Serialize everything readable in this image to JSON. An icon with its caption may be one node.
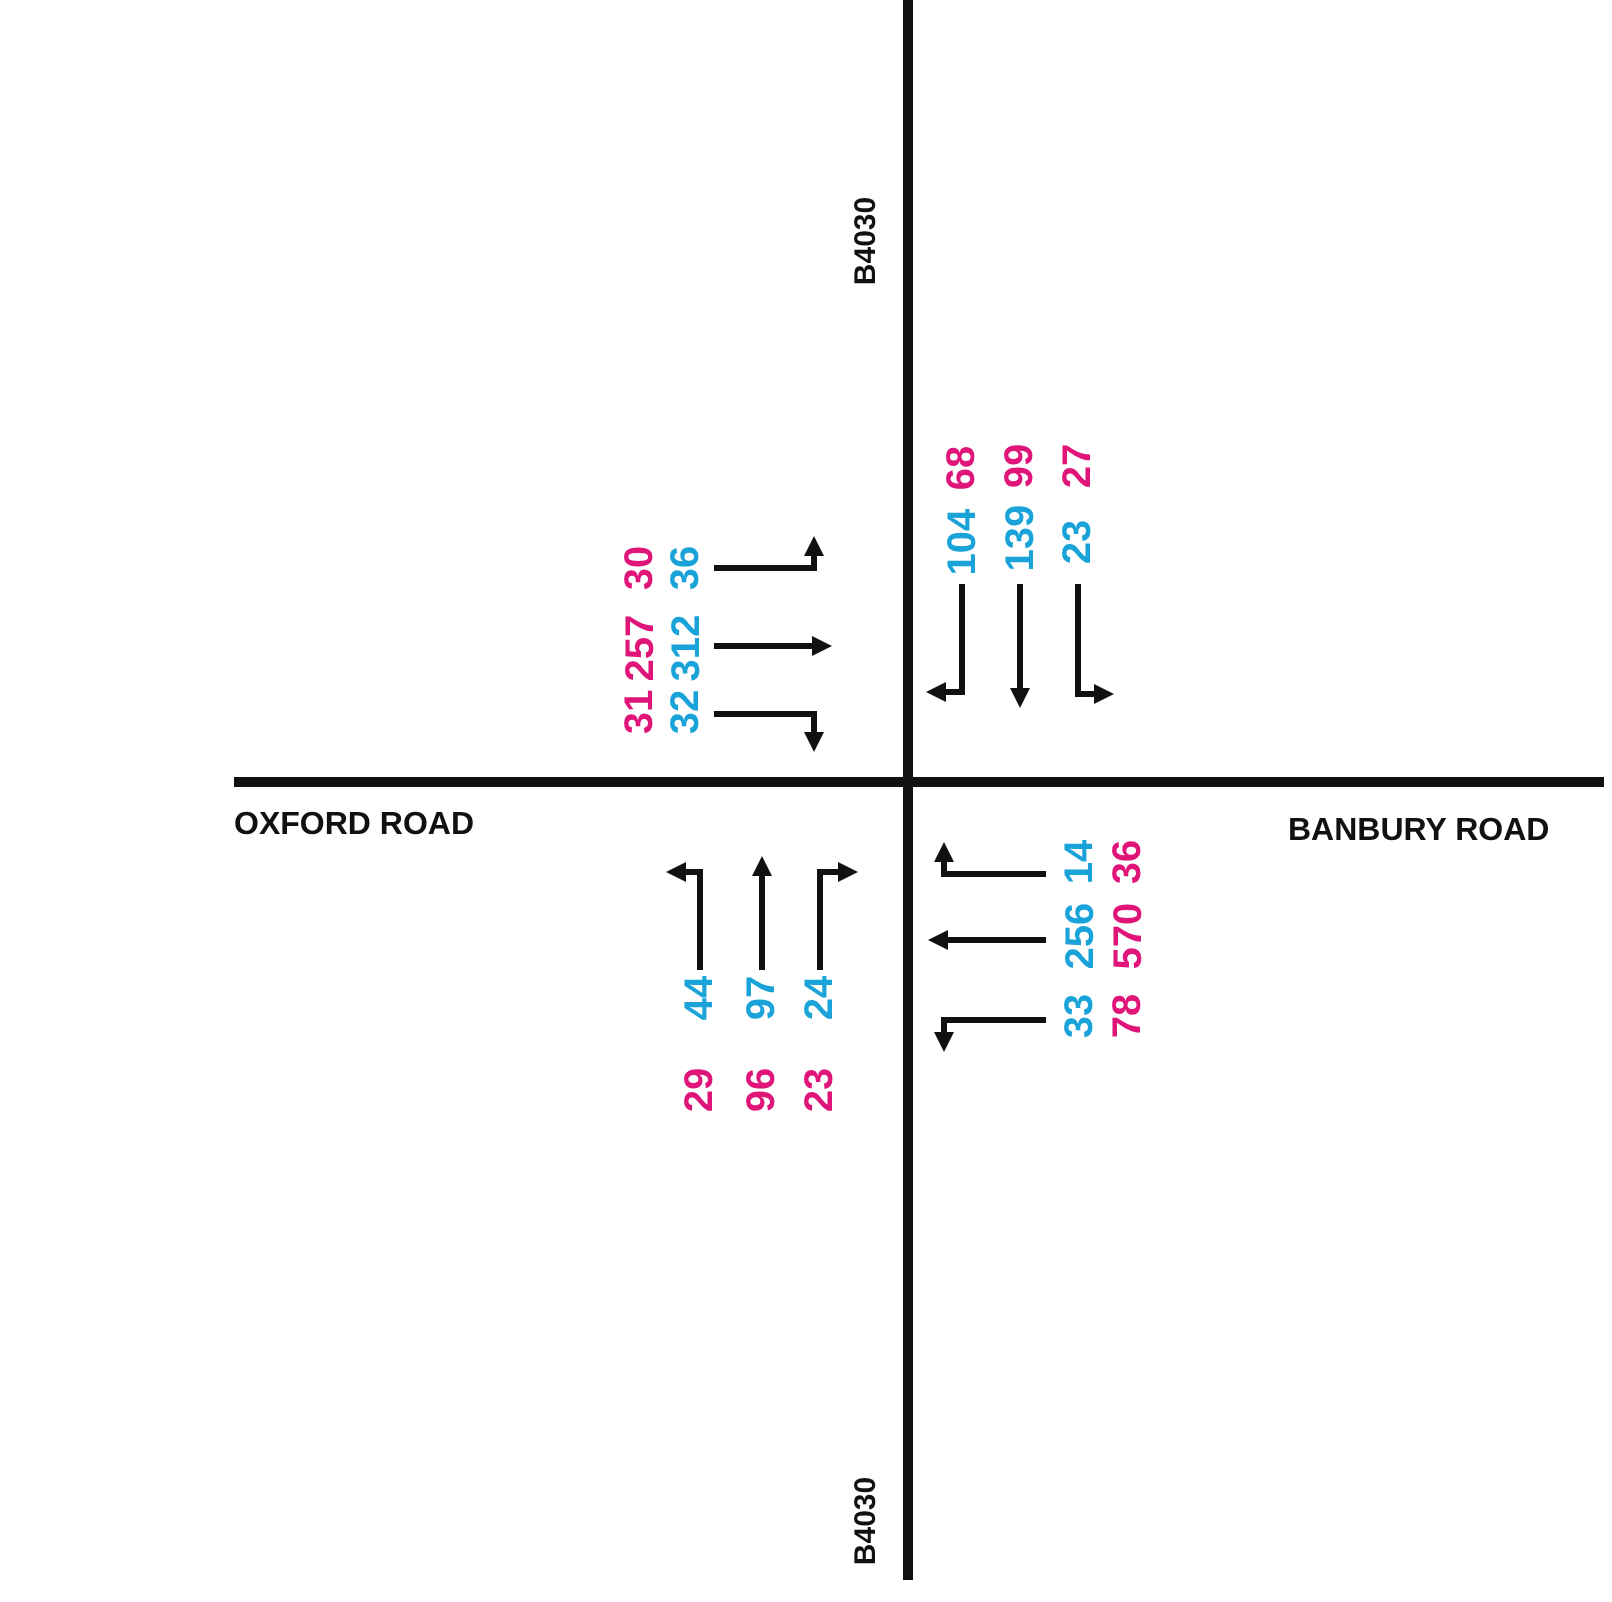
{
  "diagram": {
    "labels": [
      "B4030",
      "30",
      "36",
      "68",
      "99",
      "27",
      "104",
      "139",
      "23",
      "257",
      "312",
      "31",
      "32",
      "OXFORD ROAD",
      "BANBURY ROAD",
      "14",
      "36",
      "256",
      "570",
      "33",
      "78",
      "44",
      "97",
      "24",
      "29",
      "96",
      "23",
      "B4030"
    ]
  }
}
